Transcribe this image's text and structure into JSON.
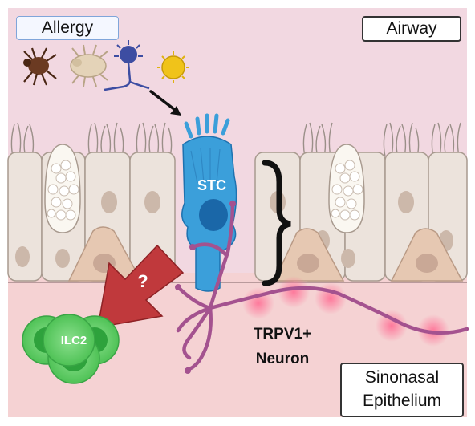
{
  "labels": {
    "allergy": "Allergy",
    "airway": "Airway",
    "stc": "STC",
    "question": "?",
    "ilc2": "ILC2",
    "neuron_line1": "TRPV1+",
    "neuron_line2": "Neuron",
    "epithelium_line1": "Sinonasal",
    "epithelium_line2": "Epithelium"
  },
  "icons": [
    "tick-icon",
    "dust-mite-icon",
    "mold-spore-icon",
    "pollen-icon"
  ],
  "colors": {
    "airway_bg": "#f2d8e1",
    "lamina_bg": "#f5d2d3",
    "epithelial_cell": "#ece3dc",
    "basal_cell": "#e6c8b2",
    "stc_cell": "#3b9fda",
    "stc_nucleus": "#1a67a8",
    "arrow": "#c0393c",
    "ilc2": "#5dcc64",
    "neuron": "#a4528f"
  }
}
